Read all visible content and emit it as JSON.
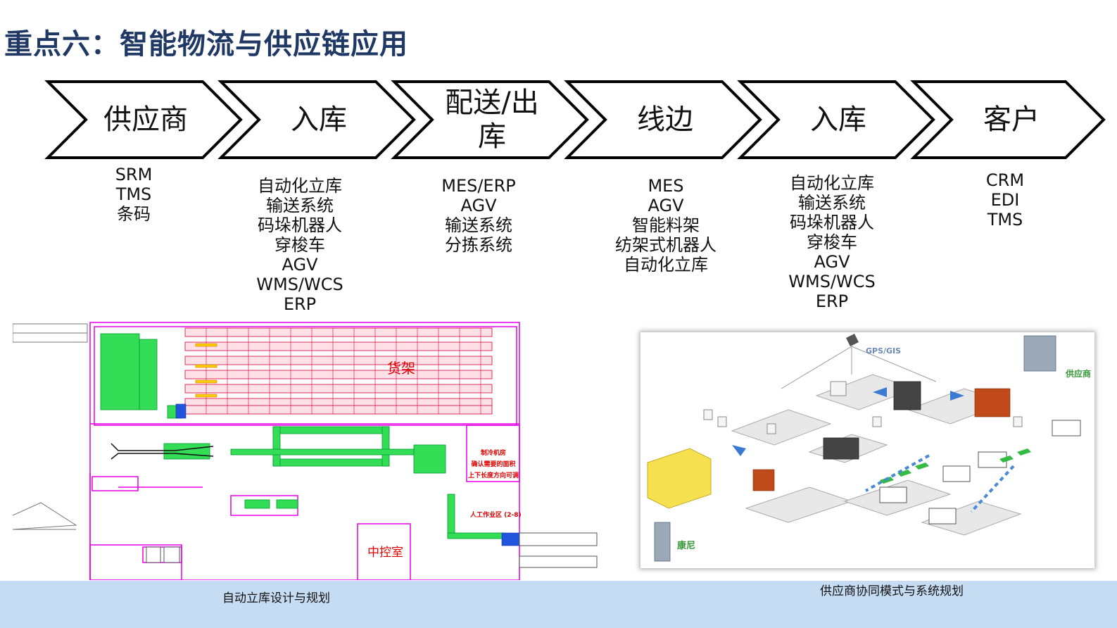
{
  "title": "重点六：智能物流与供应链应用",
  "steps": [
    {
      "label": "供应商",
      "systems": [
        "SRM",
        "TMS",
        "条码"
      ]
    },
    {
      "label": "入库",
      "systems": [
        "自动化立库",
        "输送系统",
        "码垛机器人",
        "穿梭车",
        "AGV",
        "WMS/WCS",
        "ERP"
      ]
    },
    {
      "label_lines": [
        "配送/出",
        "库"
      ],
      "systems": [
        "MES/ERP",
        "AGV",
        "输送系统",
        "分拣系统"
      ]
    },
    {
      "label": "线边",
      "systems": [
        "MES",
        "AGV",
        "智能料架",
        "纺架式机器人",
        "自动化立库"
      ]
    },
    {
      "label": "入库",
      "systems": [
        "自动化立库",
        "输送系统",
        "码垛机器人",
        "穿梭车",
        "AGV",
        "WMS/WCS",
        "ERP"
      ]
    },
    {
      "label": "客户",
      "systems": [
        "CRM",
        "EDI",
        "TMS"
      ]
    }
  ],
  "cad_drawing": {
    "shelf_label": "货架",
    "room_lines": [
      "制冷机房",
      "确认需要的面积",
      "上下长度方向可调"
    ],
    "work_area": "人工作业区 (2-8)",
    "control_room": "中控室",
    "caption": "自动立库设计与规划"
  },
  "ecosystem_diagram": {
    "gps_label": "GPS/GIS",
    "supplier_label": "供应商",
    "customer_label": "康尼",
    "caption": "供应商协同模式与系统规划"
  },
  "colors": {
    "title": "#1f3864",
    "band": "#c5dcf3",
    "cad_magenta": "#e600e6",
    "cad_green": "#00cc44",
    "cad_red": "#e00000"
  }
}
